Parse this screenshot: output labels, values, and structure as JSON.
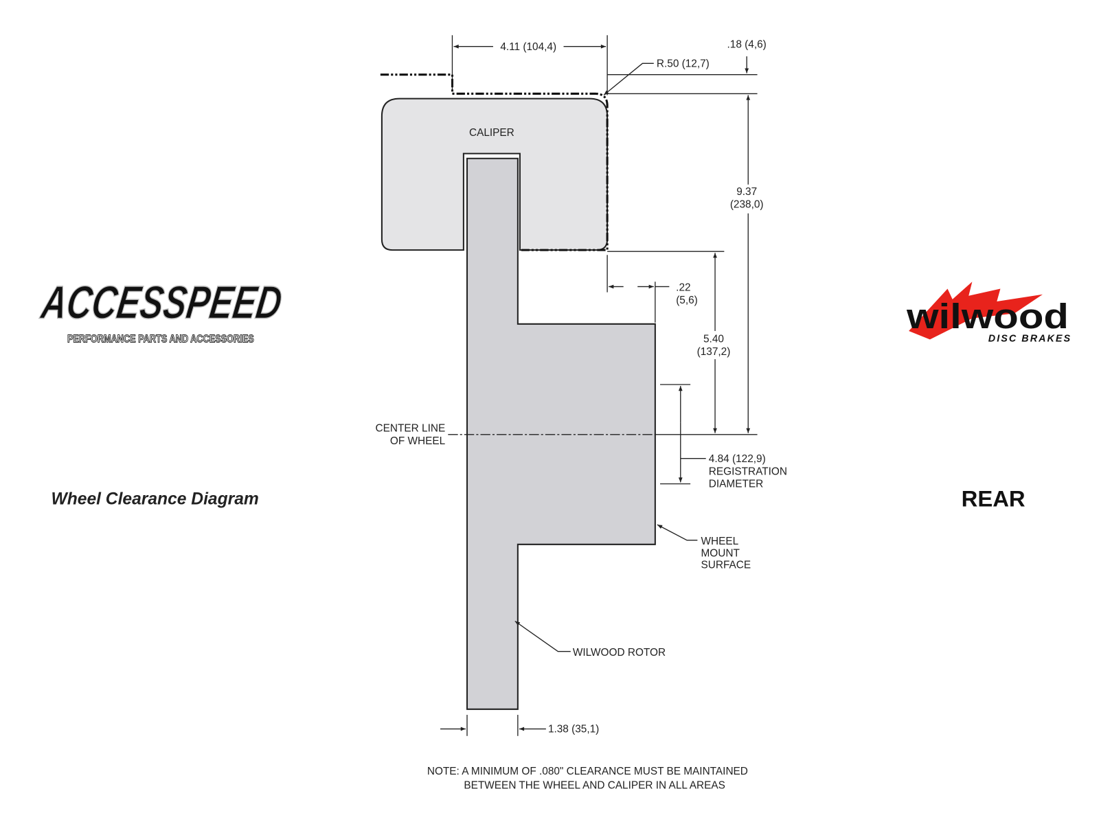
{
  "left": {
    "logo_text": "ACCESSPEED",
    "logo_tagline": "PERFORMANCE PARTS AND ACCESSORIES",
    "title": "Wheel Clearance Diagram"
  },
  "right": {
    "logo_text": "wilwood",
    "logo_tagline": "DISC BRAKES",
    "position": "REAR"
  },
  "colors": {
    "caliper_fill": "#e4e4e6",
    "rotor_fill": "#d2d2d6",
    "logo_red": "#e8231c"
  },
  "diagram": {
    "caliper_label": "CALIPER",
    "dim_width": "4.11 (104,4)",
    "dim_offset_top": ".18 (4,6)",
    "dim_radius": "R.50 (12,7)",
    "dim_height": [
      "9.37",
      "(238,0)"
    ],
    "dim_inner_gap": [
      ".22",
      "(5,6)"
    ],
    "dim_hub_height": [
      "5.40",
      "(137,2)"
    ],
    "centerline_label": [
      "CENTER LINE",
      "OF WHEEL"
    ],
    "registration": [
      "4.84 (122,9)",
      "REGISTRATION",
      "DIAMETER"
    ],
    "wheel_mount": [
      "WHEEL",
      "MOUNT",
      "SURFACE"
    ],
    "rotor_label": "WILWOOD ROTOR",
    "dim_rotor_width": "1.38 (35,1)",
    "note": [
      "NOTE: A MINIMUM OF .080\" CLEARANCE MUST BE MAINTAINED",
      "BETWEEN THE WHEEL AND CALIPER IN ALL AREAS"
    ]
  }
}
